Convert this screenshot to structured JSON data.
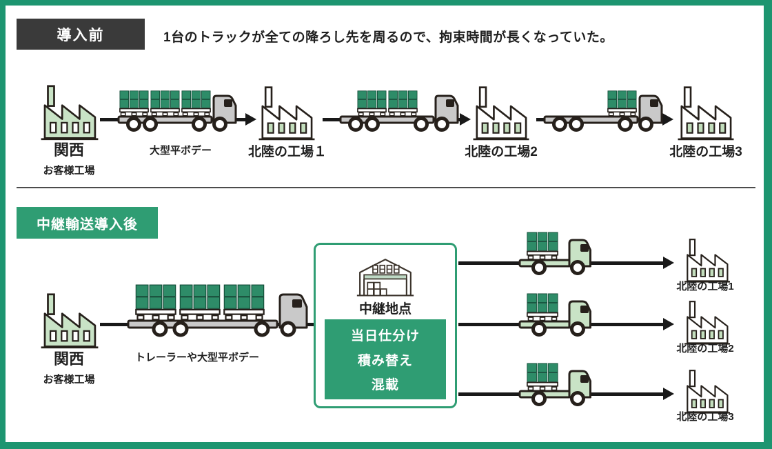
{
  "colors": {
    "frame_green": "#1d9570",
    "accent_green": "#2f9d73",
    "badge_dark": "#3a3a3a",
    "cargo_green": "#2e8c68",
    "light_green": "#c9e3c6",
    "arrow_black": "#191919"
  },
  "icons": {
    "factory-icon": "factory building",
    "truck-icon": "flatbed cargo truck",
    "cargo-icon": "palletized green cargo boxes",
    "warehouse-icon": "relay warehouse",
    "arrow-icon": "right flow arrow"
  },
  "before": {
    "badge": "導入前",
    "headline": "1台のトラックが全ての降ろし先を周るので、拘束時間が長くなっていた。",
    "origin": {
      "name": "関西",
      "subtitle": "お客様工場"
    },
    "truck_label": "大型平ボデー",
    "stops": [
      {
        "label": "北陸の工場１"
      },
      {
        "label": "北陸の工場2"
      },
      {
        "label": "北陸の工場3"
      }
    ]
  },
  "after": {
    "badge": "中継輸送導入後",
    "origin": {
      "name": "関西",
      "subtitle": "お客様工場"
    },
    "truck_label": "トレーラーや大型平ボデー",
    "hub": {
      "name": "中継地点",
      "operations": [
        "当日仕分け",
        "積み替え",
        "混載"
      ]
    },
    "destinations": [
      {
        "label": "北陸の工場1"
      },
      {
        "label": "北陸の工場2"
      },
      {
        "label": "北陸の工場3"
      }
    ]
  }
}
